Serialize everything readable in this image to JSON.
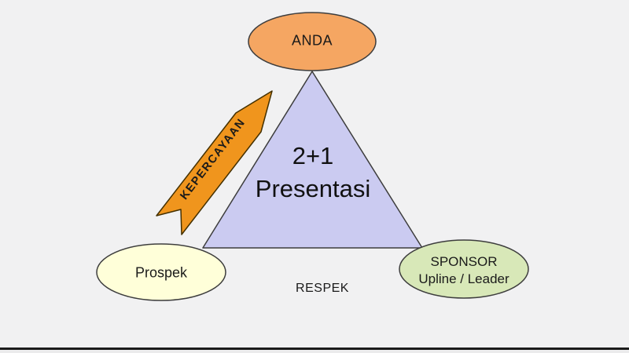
{
  "slide": {
    "background_color": "#f1f1f2",
    "triangle": {
      "label_line1": "2+1",
      "label_line2": "Presentasi",
      "fill": "#cbcbf1"
    },
    "nodes": {
      "anda": {
        "label": "ANDA",
        "fill": "#f5a662"
      },
      "prospek": {
        "label": "Prospek",
        "fill": "#ffffd9"
      },
      "sponsor": {
        "label_line1": "SPONSOR",
        "label_line2": "Upline / Leader",
        "fill": "#d8e8b8"
      }
    },
    "arrow": {
      "label": "KEPERCAYAAN",
      "fill": "#f0951d"
    },
    "respek_label": "RESPEK"
  }
}
